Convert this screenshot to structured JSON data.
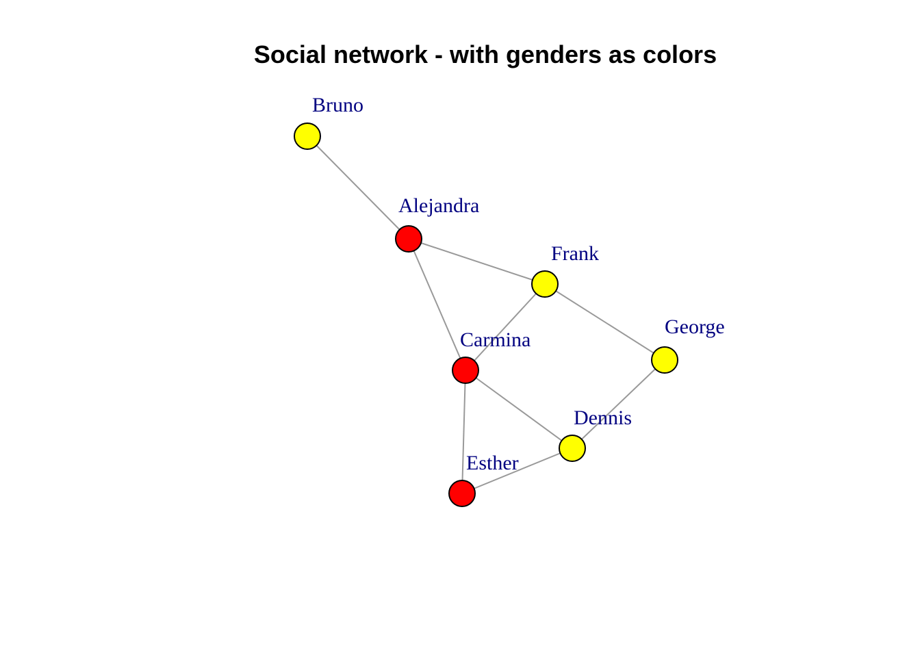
{
  "title": "Social network - with genders as colors",
  "colors": {
    "edge": "#999999",
    "label": "#000080",
    "node_stroke": "#000000",
    "female": "#ff0000",
    "male": "#ffff00"
  },
  "nodes": [
    {
      "id": "bruno",
      "label": "Bruno",
      "color": "#ffff00"
    },
    {
      "id": "alejandra",
      "label": "Alejandra",
      "color": "#ff0000"
    },
    {
      "id": "frank",
      "label": "Frank",
      "color": "#ffff00"
    },
    {
      "id": "george",
      "label": "George",
      "color": "#ffff00"
    },
    {
      "id": "carmina",
      "label": "Carmina",
      "color": "#ff0000"
    },
    {
      "id": "dennis",
      "label": "Dennis",
      "color": "#ffff00"
    },
    {
      "id": "esther",
      "label": "Esther",
      "color": "#ff0000"
    }
  ],
  "edges": [
    {
      "from": "bruno",
      "to": "alejandra"
    },
    {
      "from": "alejandra",
      "to": "frank"
    },
    {
      "from": "alejandra",
      "to": "carmina"
    },
    {
      "from": "frank",
      "to": "carmina"
    },
    {
      "from": "frank",
      "to": "george"
    },
    {
      "from": "george",
      "to": "dennis"
    },
    {
      "from": "carmina",
      "to": "dennis"
    },
    {
      "from": "carmina",
      "to": "esther"
    },
    {
      "from": "dennis",
      "to": "esther"
    }
  ]
}
